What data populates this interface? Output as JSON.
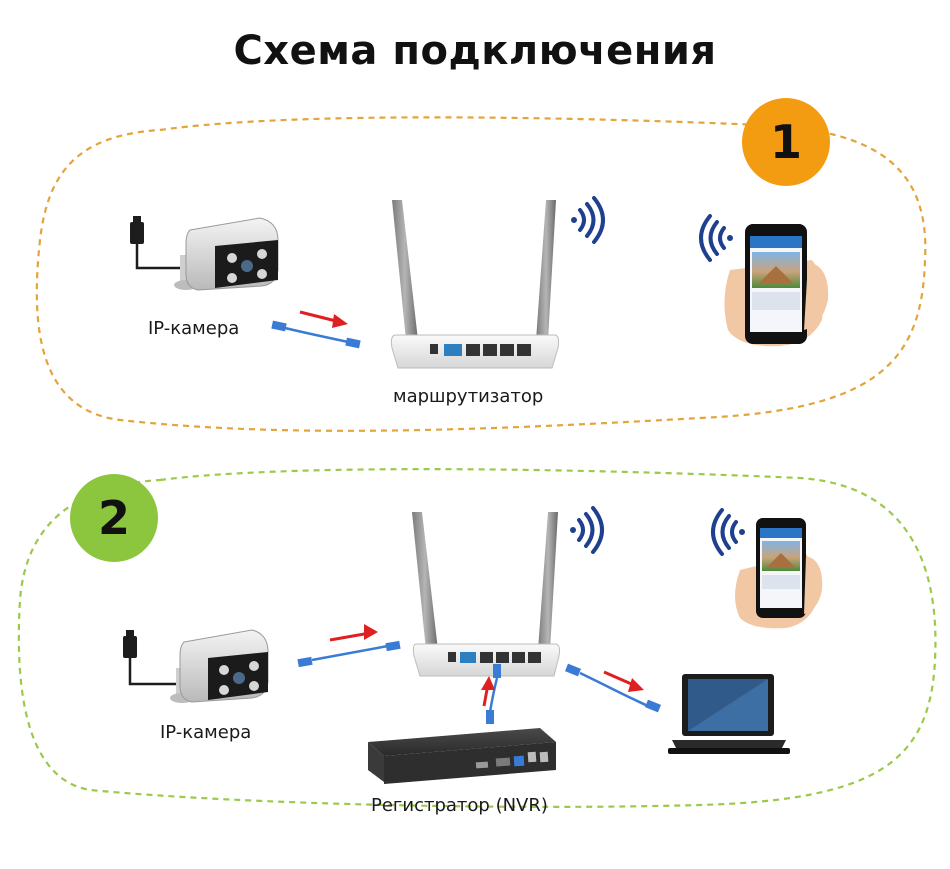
{
  "title": "Схема подключения",
  "scheme1": {
    "number": "1",
    "camera_label": "IP-камера",
    "router_label": "маршрутизатор"
  },
  "scheme2": {
    "number": "2",
    "camera_label": "IP-камера",
    "nvr_label": "Регистратор (NVR)"
  },
  "colors": {
    "scheme1_accent": "#f39c12",
    "scheme2_accent": "#8cc63f",
    "scheme1_border": "#e3a43a",
    "scheme2_border": "#9bc94a",
    "arrow": "#e02020",
    "wifi": "#1f3f8f",
    "cable": "#3a7bd5"
  },
  "icons": [
    "power-adapter-icon",
    "ip-camera-icon",
    "router-icon",
    "wifi-signal-icon",
    "smartphone-icon",
    "laptop-icon",
    "nvr-icon",
    "ethernet-cable-icon",
    "arrow-icon"
  ]
}
